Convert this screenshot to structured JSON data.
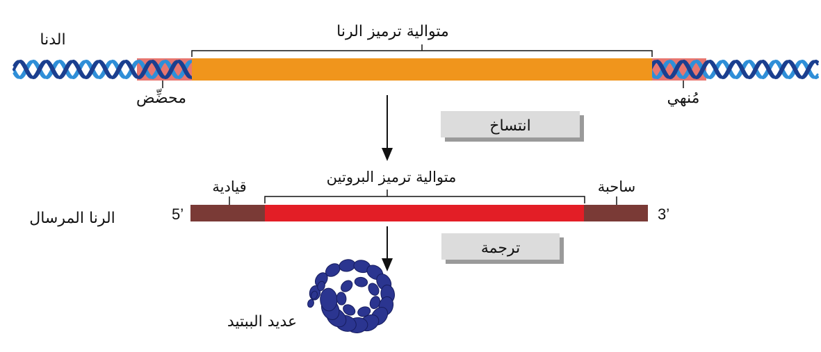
{
  "labels": {
    "dna": "الدنا",
    "rna_coding_sequence": "متوالية ترميز الرنا",
    "promoter": "محضِّض",
    "terminator": "مُنهي",
    "transcription": "انتساخ",
    "protein_coding_sequence": "متوالية ترميز البروتين",
    "leader": "قيادية",
    "trailer": "ساحبة",
    "mrna": "الرنا المرسال",
    "five_prime": "5’",
    "three_prime": "3’",
    "translation": "ترجمة",
    "polypeptide": "عديد الببتيد"
  },
  "colors": {
    "dna_strand_dark": "#1b3f8f",
    "dna_strand_light": "#2f8fd8",
    "promoter_region": "#e8766f",
    "coding_region": "#f0951c",
    "mrna_utr": "#7a3a36",
    "mrna_coding": "#e31e26",
    "step_box": "#dcdcdc",
    "step_box_shadow": "#9a9a9a",
    "polypeptide": "#2b3590"
  },
  "icons": {
    "flow_arrow": "arrow-down-icon",
    "polypeptide": "bead-chain-icon"
  }
}
